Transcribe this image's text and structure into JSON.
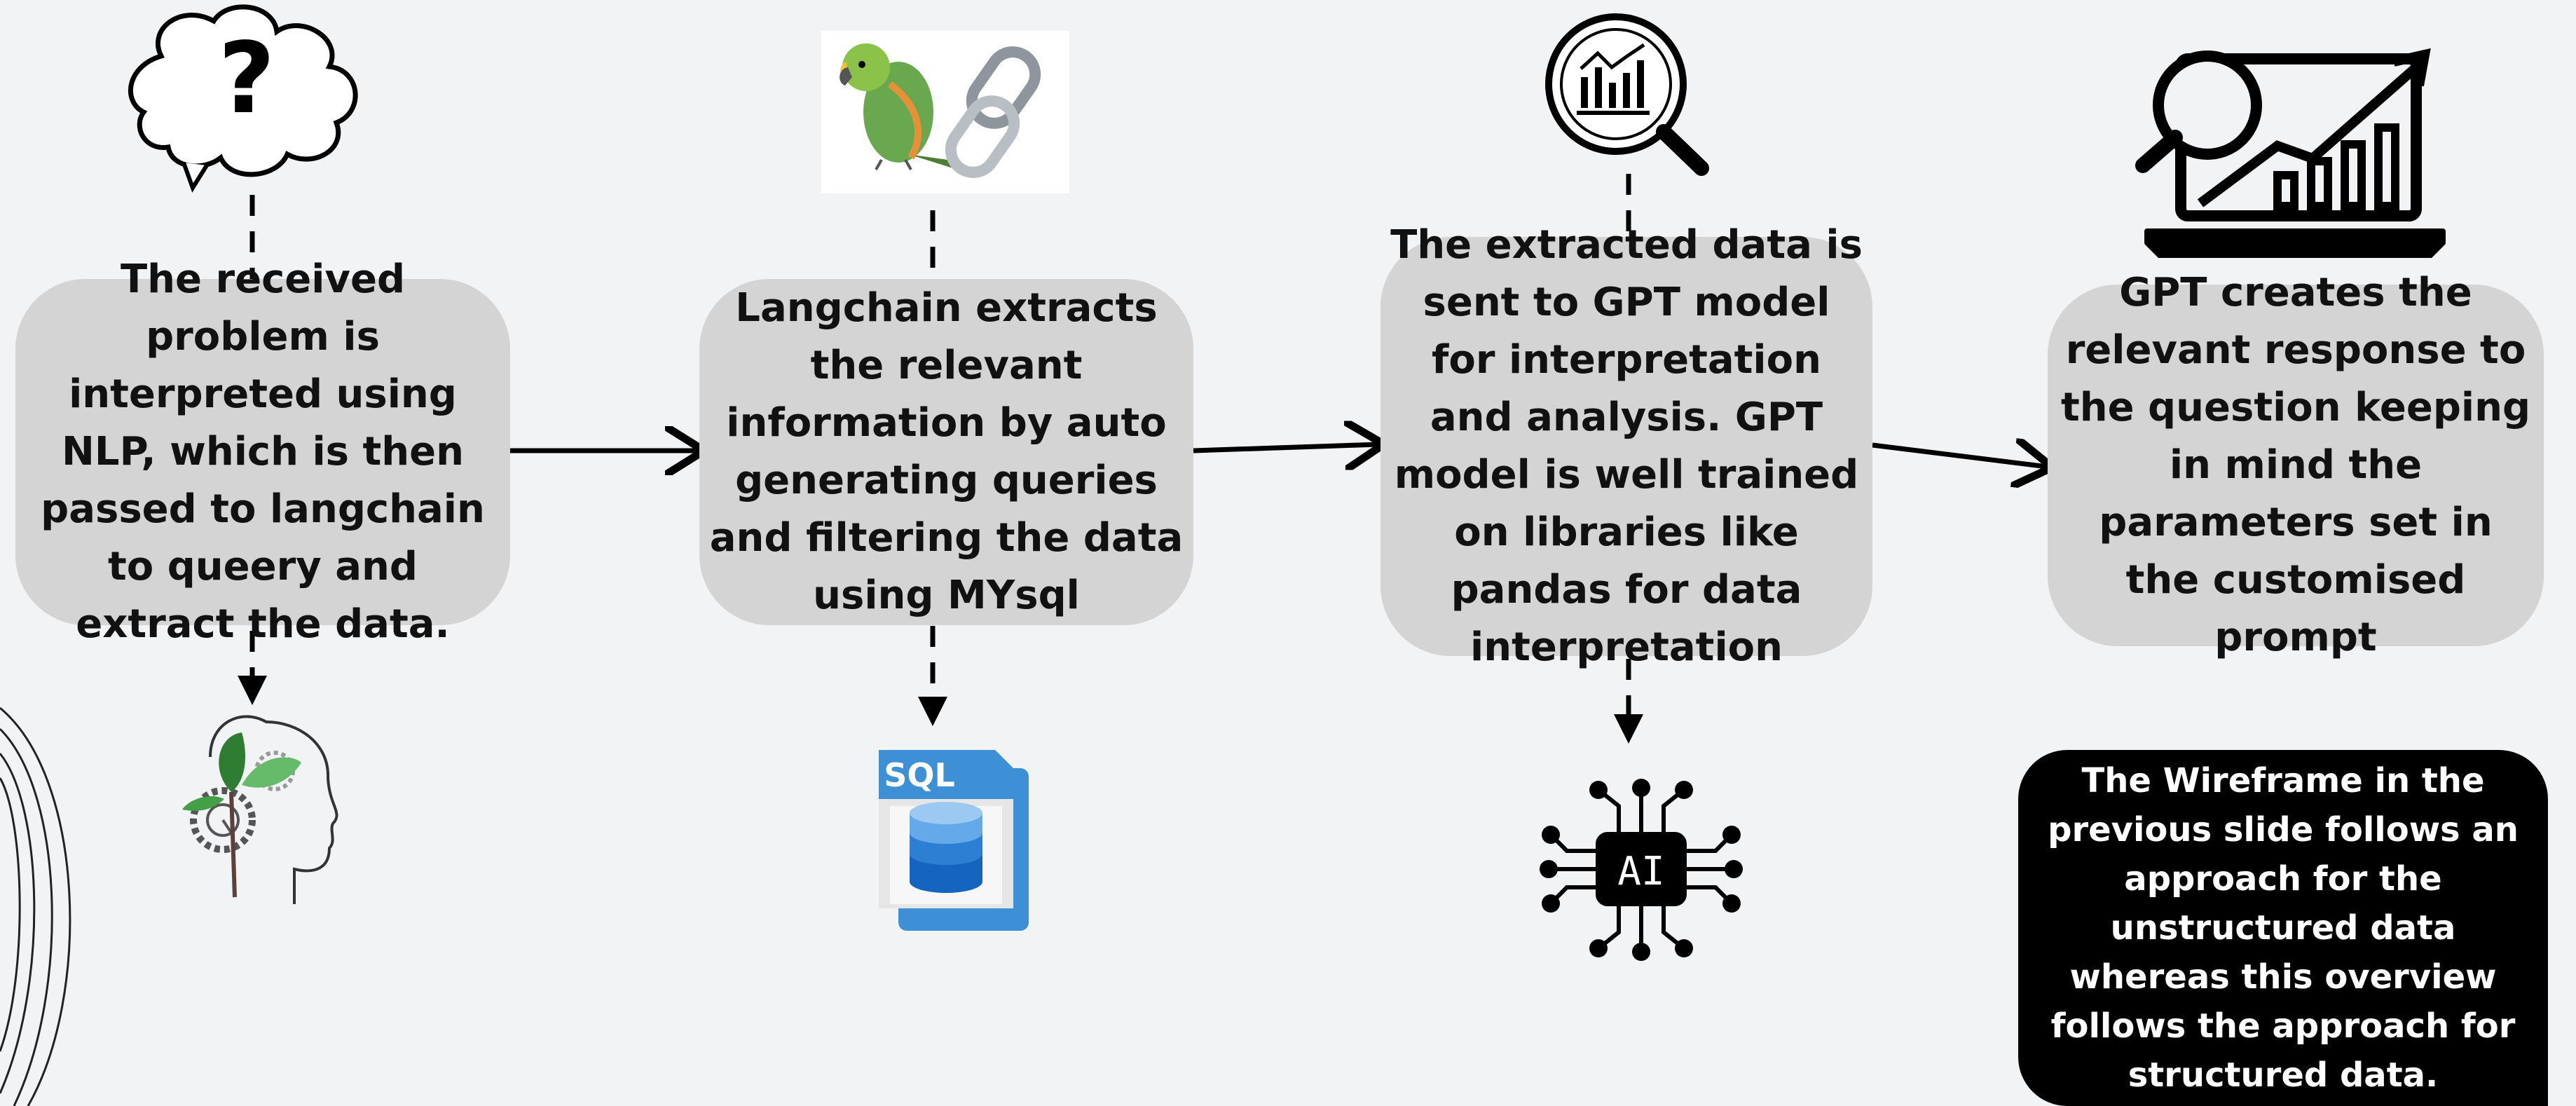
{
  "steps": [
    {
      "text": "The received problem is interpreted using NLP, which is then passed to langchain to queery and extract the data.",
      "top_icon": "thought-cloud-question-icon",
      "bottom_icon": "nlp-head-icon"
    },
    {
      "text": "Langchain extracts the relevant information by auto generating queries and filtering the data using MYsql",
      "top_icon": "parrot-chain-icon",
      "bottom_icon": "sql-database-icon"
    },
    {
      "text": "The extracted data is sent to GPT model for interpretation and analysis. GPT model is well trained on libraries like pandas for data interpretation",
      "top_icon": "magnifier-chart-icon",
      "bottom_icon": "ai-chip-icon"
    },
    {
      "text": "GPT creates the relevant response to the question keeping in mind the parameters set in the customised prompt",
      "top_icon": "laptop-analytics-icon"
    }
  ],
  "sql_label": "SQL",
  "ai_label": "AI",
  "question_mark": "?",
  "note": "The Wireframe in the previous slide follows an approach for the unstructured data whereas this overview follows the approach for structured data.",
  "colors": {
    "background": "#f2f3f5",
    "box": "#d4d4d4",
    "note": "#000000",
    "arrow": "#000000"
  }
}
